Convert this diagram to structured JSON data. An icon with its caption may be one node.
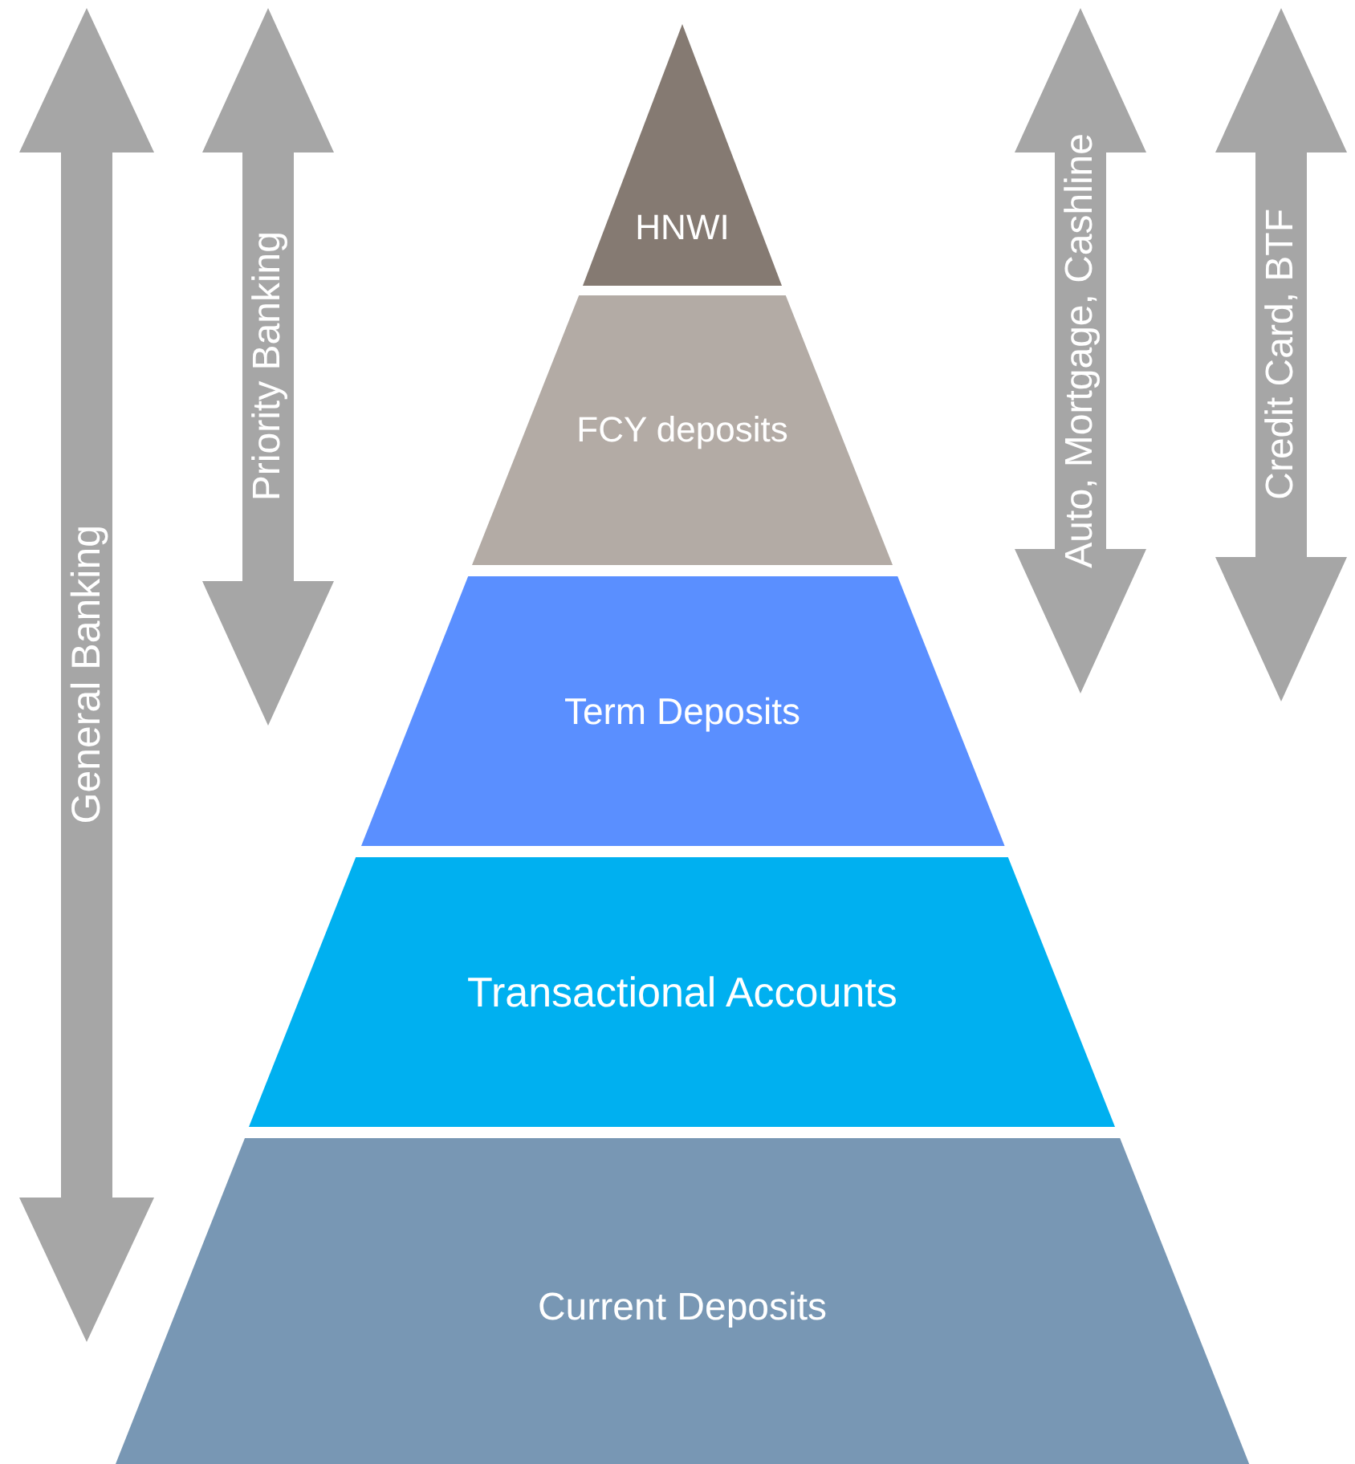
{
  "diagram": {
    "nodes": [
      {
        "text": [
          "HNWI"
        ]
      },
      {
        "text": [
          "FCY deposits"
        ]
      },
      {
        "text": [
          "Term Deposits"
        ]
      },
      {
        "text": [
          "Transactional Accounts"
        ]
      },
      {
        "text": [
          "Current Deposits"
        ]
      },
      {
        "text": [
          "General Banking"
        ]
      },
      {
        "text": [
          "Priority Banking"
        ]
      },
      {
        "text": [
          "Auto, Mortgage, Cashline"
        ]
      },
      {
        "text": [
          "Credit Card, BTF"
        ]
      }
    ],
    "edges": []
  }
}
